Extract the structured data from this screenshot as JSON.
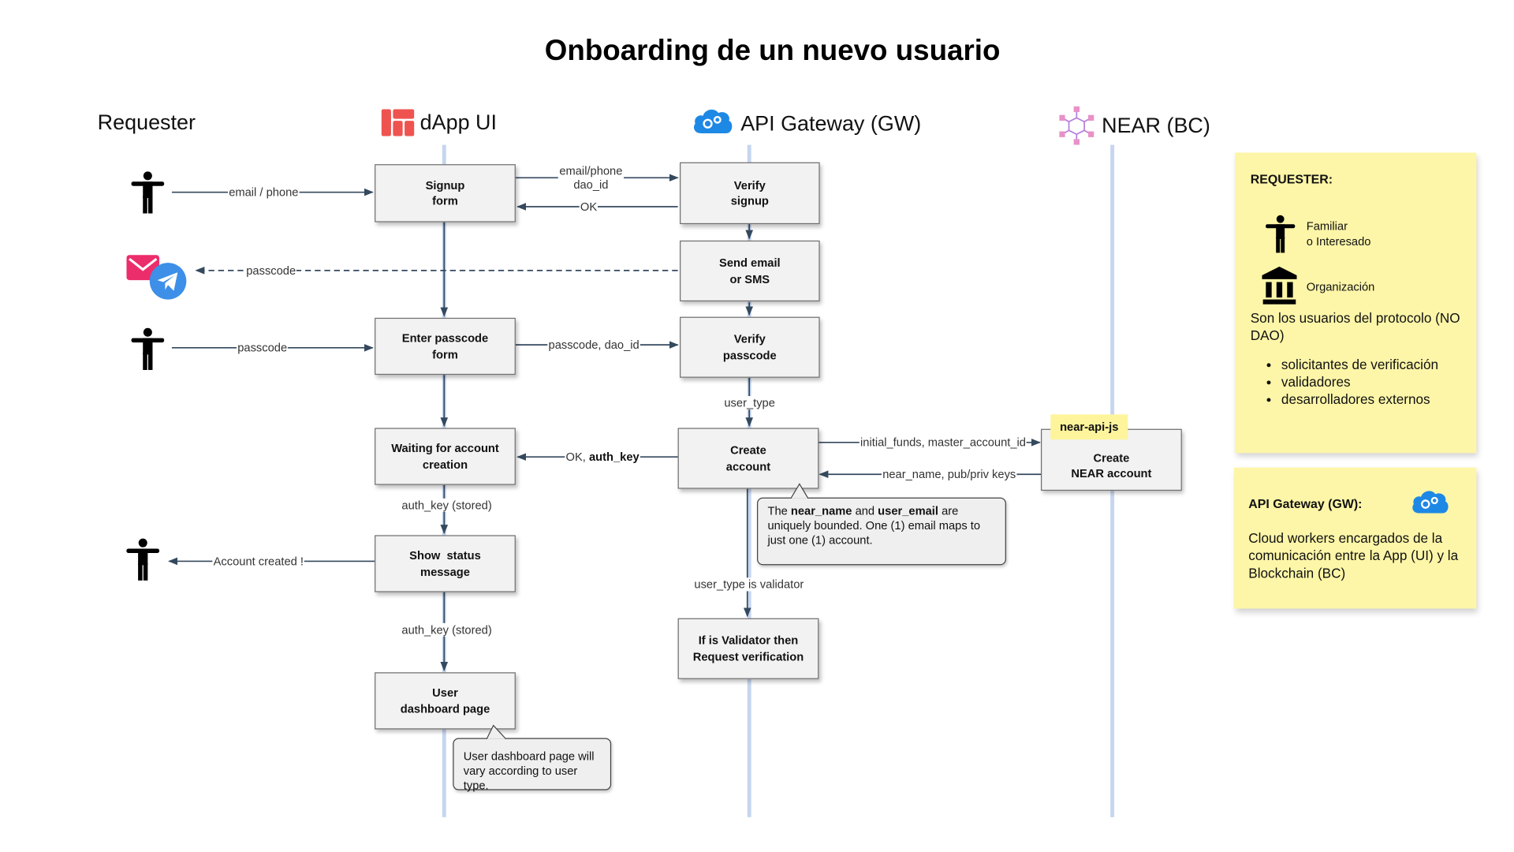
{
  "title": "Onboarding de un nuevo usuario",
  "lanes": {
    "requester": "Requester",
    "dapp": "dApp UI",
    "gateway": "API Gateway (GW)",
    "near": "NEAR (BC)"
  },
  "icons": {
    "requester": "person-icon",
    "dapp": "app-grid-icon",
    "gateway": "cloud-gear-icon",
    "near": "blockchain-cubes-icon",
    "notification": "email-telegram-icon",
    "organization": "institution-icon"
  },
  "colors": {
    "lane_line": "#c6d6f0",
    "arrow": "#34495e",
    "box_fill": "#f2f2f2",
    "sticky": "#fdf6a8",
    "tag": "#fdf49c",
    "dapp_icon": "#ef5350",
    "gateway_icon": "#1e88e5"
  },
  "nodes": {
    "signup_form": [
      "Signup",
      "form"
    ],
    "verify_signup": [
      "Verify",
      "signup"
    ],
    "send_email": [
      "Send email",
      "or SMS"
    ],
    "enter_passcode": [
      "Enter passcode",
      "form"
    ],
    "verify_passcode": [
      "Verify",
      "passcode"
    ],
    "waiting_account": [
      "Waiting for account",
      "creation"
    ],
    "create_account": [
      "Create",
      "account"
    ],
    "create_near": [
      "Create",
      "NEAR account"
    ],
    "show_status": [
      "Show  status",
      "message"
    ],
    "validator": [
      "If is Validator then",
      "Request verification"
    ],
    "dashboard": [
      "User",
      "dashboard page"
    ]
  },
  "edges": {
    "email_phone": "email / phone",
    "emailphone_daoid_1": "email/phone",
    "emailphone_daoid_2": "dao_id",
    "ok": "OK",
    "passcode_out": "passcode",
    "passcode_in": "passcode",
    "passcode_daoid": "passcode, dao_id",
    "user_type": "user_type",
    "ok_authkey_1": "OK, ",
    "ok_authkey_2": "auth_key",
    "initial_funds": "initial_funds, master_account_id",
    "near_keys": "near_name, pub/priv keys",
    "auth_key_stored_1": "auth_key (stored)",
    "account_created": "Account created !",
    "user_type_validator": "user_type is validator",
    "auth_key_stored_2": "auth_key (stored)"
  },
  "notes": {
    "near_name_note": {
      "p1": "The ",
      "b1": "near_name",
      "p2": " and ",
      "b2": "user_email",
      "p3": " are uniquely bounded. One (1) email maps to just one (1) account."
    },
    "dashboard_note": "User dashboard page will vary according to user type.",
    "near_api_tag": "near-api-js"
  },
  "legend_requester": {
    "heading": "REQUESTER:",
    "familiar_1": "Familiar",
    "familiar_2": "o Interesado",
    "organizacion": "Organización",
    "description": "Son los usuarios del protocolo (NO DAO)",
    "items": [
      "solicitantes de verificación",
      "validadores",
      "desarrolladores externos"
    ]
  },
  "legend_gateway": {
    "heading": "API Gateway (GW):",
    "description": "Cloud workers encargados de la comunicación entre la App (UI) y la Blockchain (BC)"
  }
}
